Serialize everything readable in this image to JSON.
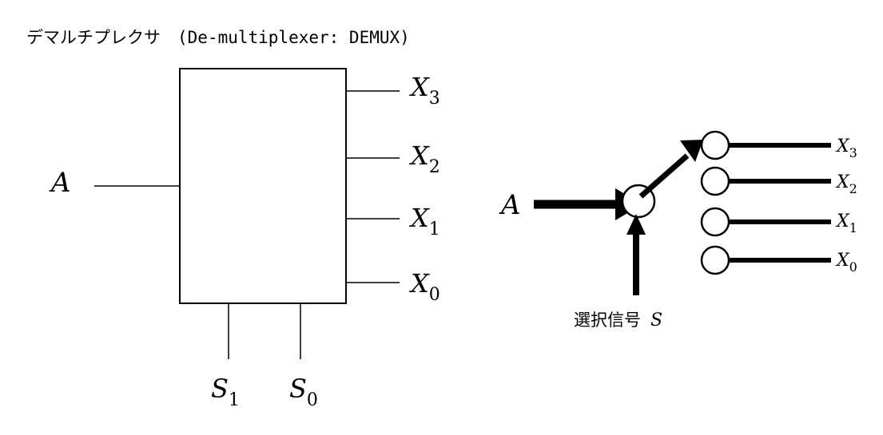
{
  "title": "デマルチプレクサ　(De-multiplexer: DEMUX)",
  "block_diagram": {
    "input_label": "A",
    "outputs": [
      {
        "base": "X",
        "sub": "3"
      },
      {
        "base": "X",
        "sub": "2"
      },
      {
        "base": "X",
        "sub": "1"
      },
      {
        "base": "X",
        "sub": "0"
      }
    ],
    "selects": [
      {
        "base": "S",
        "sub": "1"
      },
      {
        "base": "S",
        "sub": "0"
      }
    ]
  },
  "switch_diagram": {
    "input_label": "A",
    "outputs": [
      {
        "base": "X",
        "sub": "3"
      },
      {
        "base": "X",
        "sub": "2"
      },
      {
        "base": "X",
        "sub": "1"
      },
      {
        "base": "X",
        "sub": "0"
      }
    ],
    "select_caption": "選択信号",
    "select_var": "S"
  }
}
